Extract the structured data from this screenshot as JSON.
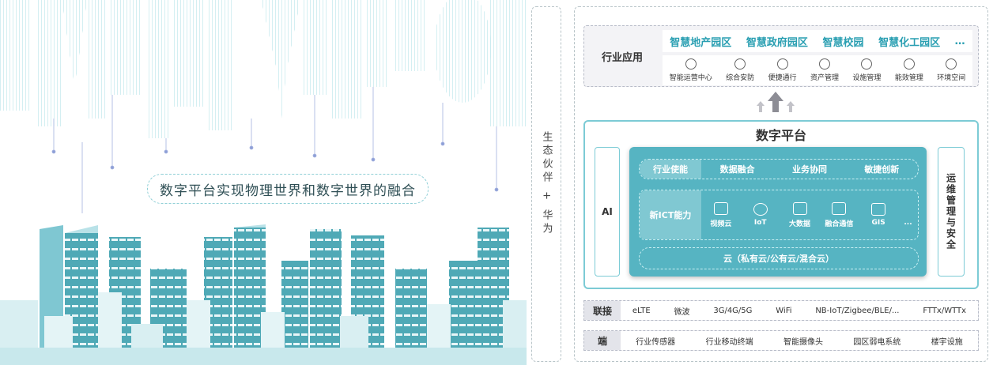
{
  "slogan": "数字平台实现物理世界和数字世界的融合",
  "partner": "生态伙伴 + 华为",
  "industry": {
    "label": "行业应用",
    "parks": [
      "智慧地产园区",
      "智慧政府园区",
      "智慧校园",
      "智慧化工园区",
      "…"
    ],
    "functions": [
      {
        "label": "智能运营中心",
        "icon": "share-icon"
      },
      {
        "label": "综合安防",
        "icon": "shield-icon"
      },
      {
        "label": "便捷通行",
        "icon": "person-icon"
      },
      {
        "label": "资产管理",
        "icon": "clipboard-icon"
      },
      {
        "label": "设施管理",
        "icon": "database-icon"
      },
      {
        "label": "能效管理",
        "icon": "monitor-icon"
      },
      {
        "label": "环境空间",
        "icon": "leaf-icon"
      }
    ]
  },
  "platform": {
    "title": "数字平台",
    "ai": "AI",
    "ops": "运维管理与安全",
    "enable_label": "行业使能",
    "enable_items": [
      "数据融合",
      "业务协同",
      "敏捷创新"
    ],
    "ict_label": "新ICT能力",
    "ict_items": [
      {
        "label": "视频云",
        "icon": "video-icon"
      },
      {
        "label": "IoT",
        "icon": "globe-icon"
      },
      {
        "label": "大数据",
        "icon": "chart-icon"
      },
      {
        "label": "融合通信",
        "icon": "chat-icon"
      },
      {
        "label": "GIS",
        "icon": "map-icon"
      },
      {
        "label": "...",
        "icon": ""
      }
    ],
    "cloud": "云（私有云/公有云/混合云）"
  },
  "connect": {
    "label": "联接",
    "items": [
      "eLTE",
      "微波",
      "3G/4G/5G",
      "WiFi",
      "NB-IoT/Zigbee/BLE/...",
      "FTTx/WTTx"
    ]
  },
  "endpoint": {
    "label": "端",
    "items": [
      "行业传感器",
      "行业移动终端",
      "智能摄像头",
      "园区弱电系统",
      "楼宇设施"
    ]
  }
}
